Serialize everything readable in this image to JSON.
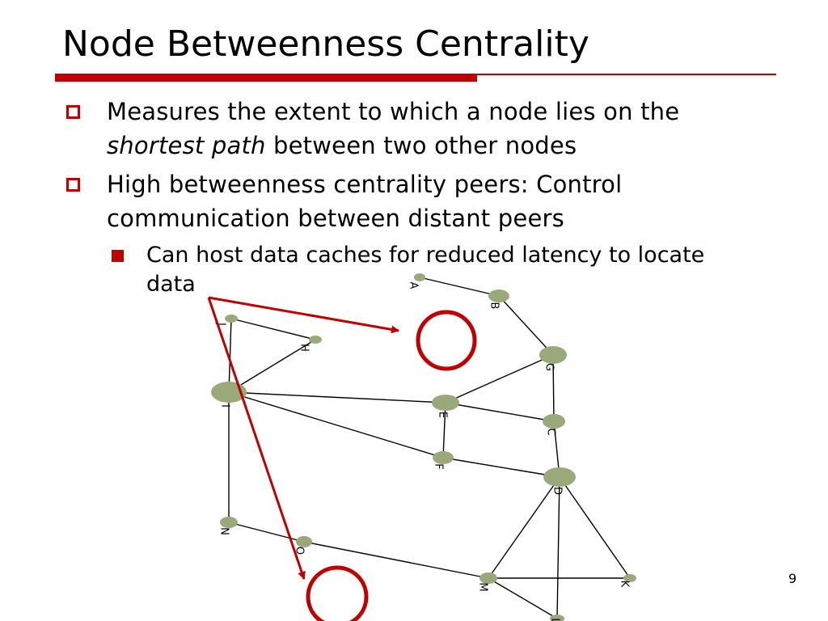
{
  "slide": {
    "title": "Node Betweenness Centrality",
    "number": "9",
    "accent_color": "#c00000"
  },
  "bullets": [
    {
      "line1": "Measures the extent to which a node lies on the",
      "line2_em": "shortest path",
      "line2_rest": " between two other nodes"
    },
    {
      "line1": "High betweenness centrality peers: Control",
      "line2": "communication between distant peers"
    }
  ],
  "sub_bullet": {
    "line1": "Can host data caches for reduced latency to locate",
    "line2": "data"
  },
  "graph": {
    "node_color": "#9aa97a",
    "nodes": [
      "A",
      "B",
      "G",
      "H",
      "J",
      "I",
      "E",
      "C",
      "F",
      "D",
      "N",
      "O",
      "M",
      "K",
      "L"
    ],
    "edges": [
      [
        "A",
        "B"
      ],
      [
        "B",
        "G"
      ],
      [
        "G",
        "E"
      ],
      [
        "G",
        "C"
      ],
      [
        "J",
        "H"
      ],
      [
        "J",
        "I"
      ],
      [
        "H",
        "I"
      ],
      [
        "I",
        "E"
      ],
      [
        "I",
        "F"
      ],
      [
        "I",
        "N"
      ],
      [
        "E",
        "C"
      ],
      [
        "E",
        "F"
      ],
      [
        "F",
        "D"
      ],
      [
        "C",
        "D"
      ],
      [
        "N",
        "O"
      ],
      [
        "O",
        "M"
      ],
      [
        "D",
        "M"
      ],
      [
        "D",
        "K"
      ],
      [
        "D",
        "L"
      ],
      [
        "M",
        "K"
      ],
      [
        "M",
        "L"
      ]
    ]
  }
}
